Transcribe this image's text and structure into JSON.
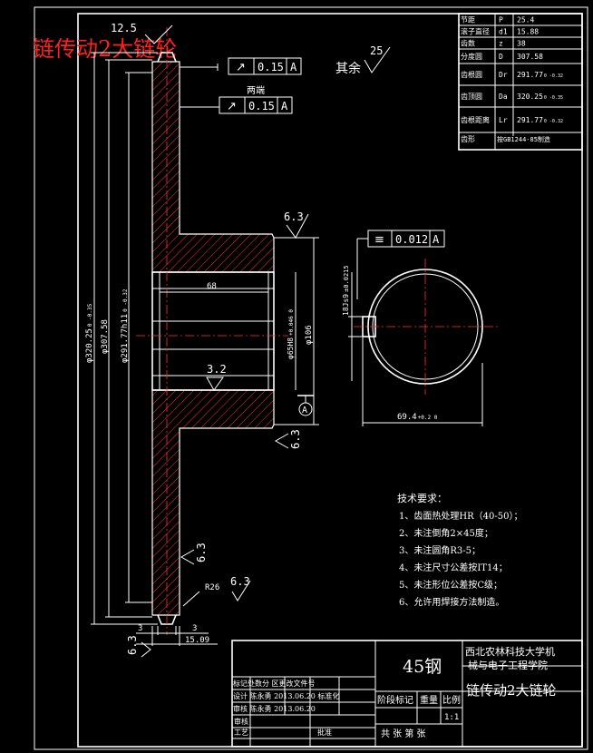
{
  "red_title": "链传动2大链轮",
  "surface_note": {
    "rest_label": "其余",
    "rest_value": "25"
  },
  "roughness": {
    "top": "12.5",
    "hub": "6.3",
    "bore": "3.2",
    "side": "6.3",
    "tooth": "6.3",
    "bottom_right": "6.3",
    "bottom_left": "6.3"
  },
  "tolerances": {
    "runout1": {
      "symbol": "↗",
      "value": "0.15",
      "datum": "A"
    },
    "runout2_label": "两端",
    "runout2": {
      "symbol": "↗",
      "value": "0.15",
      "datum": "A"
    },
    "symmetry": {
      "symbol": "≡",
      "value": "0.012",
      "datum": "A"
    },
    "datum_label": "A"
  },
  "dimensions": {
    "d_tip": "φ320.25",
    "d_tip_tol": "0 -0.35",
    "d_pitch": "φ307.58",
    "d_root": "φ291.77h11",
    "d_root_tol": "0 -0.32",
    "bore_len": "68",
    "bore": "φ65H8",
    "bore_tol": "+0.046 0",
    "hub_d": "φ106",
    "width_left": "3",
    "width_right": "3",
    "width_total": "15.09",
    "fillet": "R26",
    "keyway_w": "18Js9",
    "keyway_w_tol": "±0.0215",
    "keyway_depth": "69.4",
    "keyway_depth_tol": "+0.2 0"
  },
  "param_table": [
    {
      "name": "节距",
      "sym": "P",
      "val": "25.4"
    },
    {
      "name": "滚子直径",
      "sym": "d1",
      "val": "15.88"
    },
    {
      "name": "齿数",
      "sym": "z",
      "val": "38"
    },
    {
      "name": "分度圆",
      "sym": "D",
      "val": "307.58"
    },
    {
      "name": "齿根圆",
      "sym": "Dr",
      "val": "291.77",
      "tol": "0 -0.32"
    },
    {
      "name": "齿顶圆",
      "sym": "Da",
      "val": "320.25",
      "tol": "0 -0.35"
    },
    {
      "name": "齿根距离",
      "sym": "Lr",
      "val": "291.77",
      "tol": "0 -0.32"
    },
    {
      "name": "齿形",
      "sym": "",
      "val": "按GB1244-85制造"
    }
  ],
  "tech_requirements": {
    "title": "技术要求：",
    "items": [
      "1、齿面热处理HR（40-50）；",
      "2、未注倒角2×45度；",
      "3、未注圆角R3-5；",
      "4、未注尺寸公差按IT14；",
      "5、未注形位公差按C级；",
      "6、允许用焊接方法制造。"
    ]
  },
  "title_block": {
    "material": "45钢",
    "school": "西北农林科技大学机",
    "college": "械与电子工程学院",
    "drawing_name": "链传动2大链轮",
    "stage_label": "阶段标记",
    "weight_label": "重量",
    "scale_label": "比例",
    "scale": "1:1",
    "sheets_label": "共    张  第    张",
    "rev_headers": "标记处数分 区更改文件号",
    "designer_row": "设计 陈永勇 2013.06.20 标准化",
    "review_row": "审核 陈永勇 2013.06.20",
    "process_label": "工艺",
    "approve_label": "批准",
    "check_label": "审核"
  }
}
